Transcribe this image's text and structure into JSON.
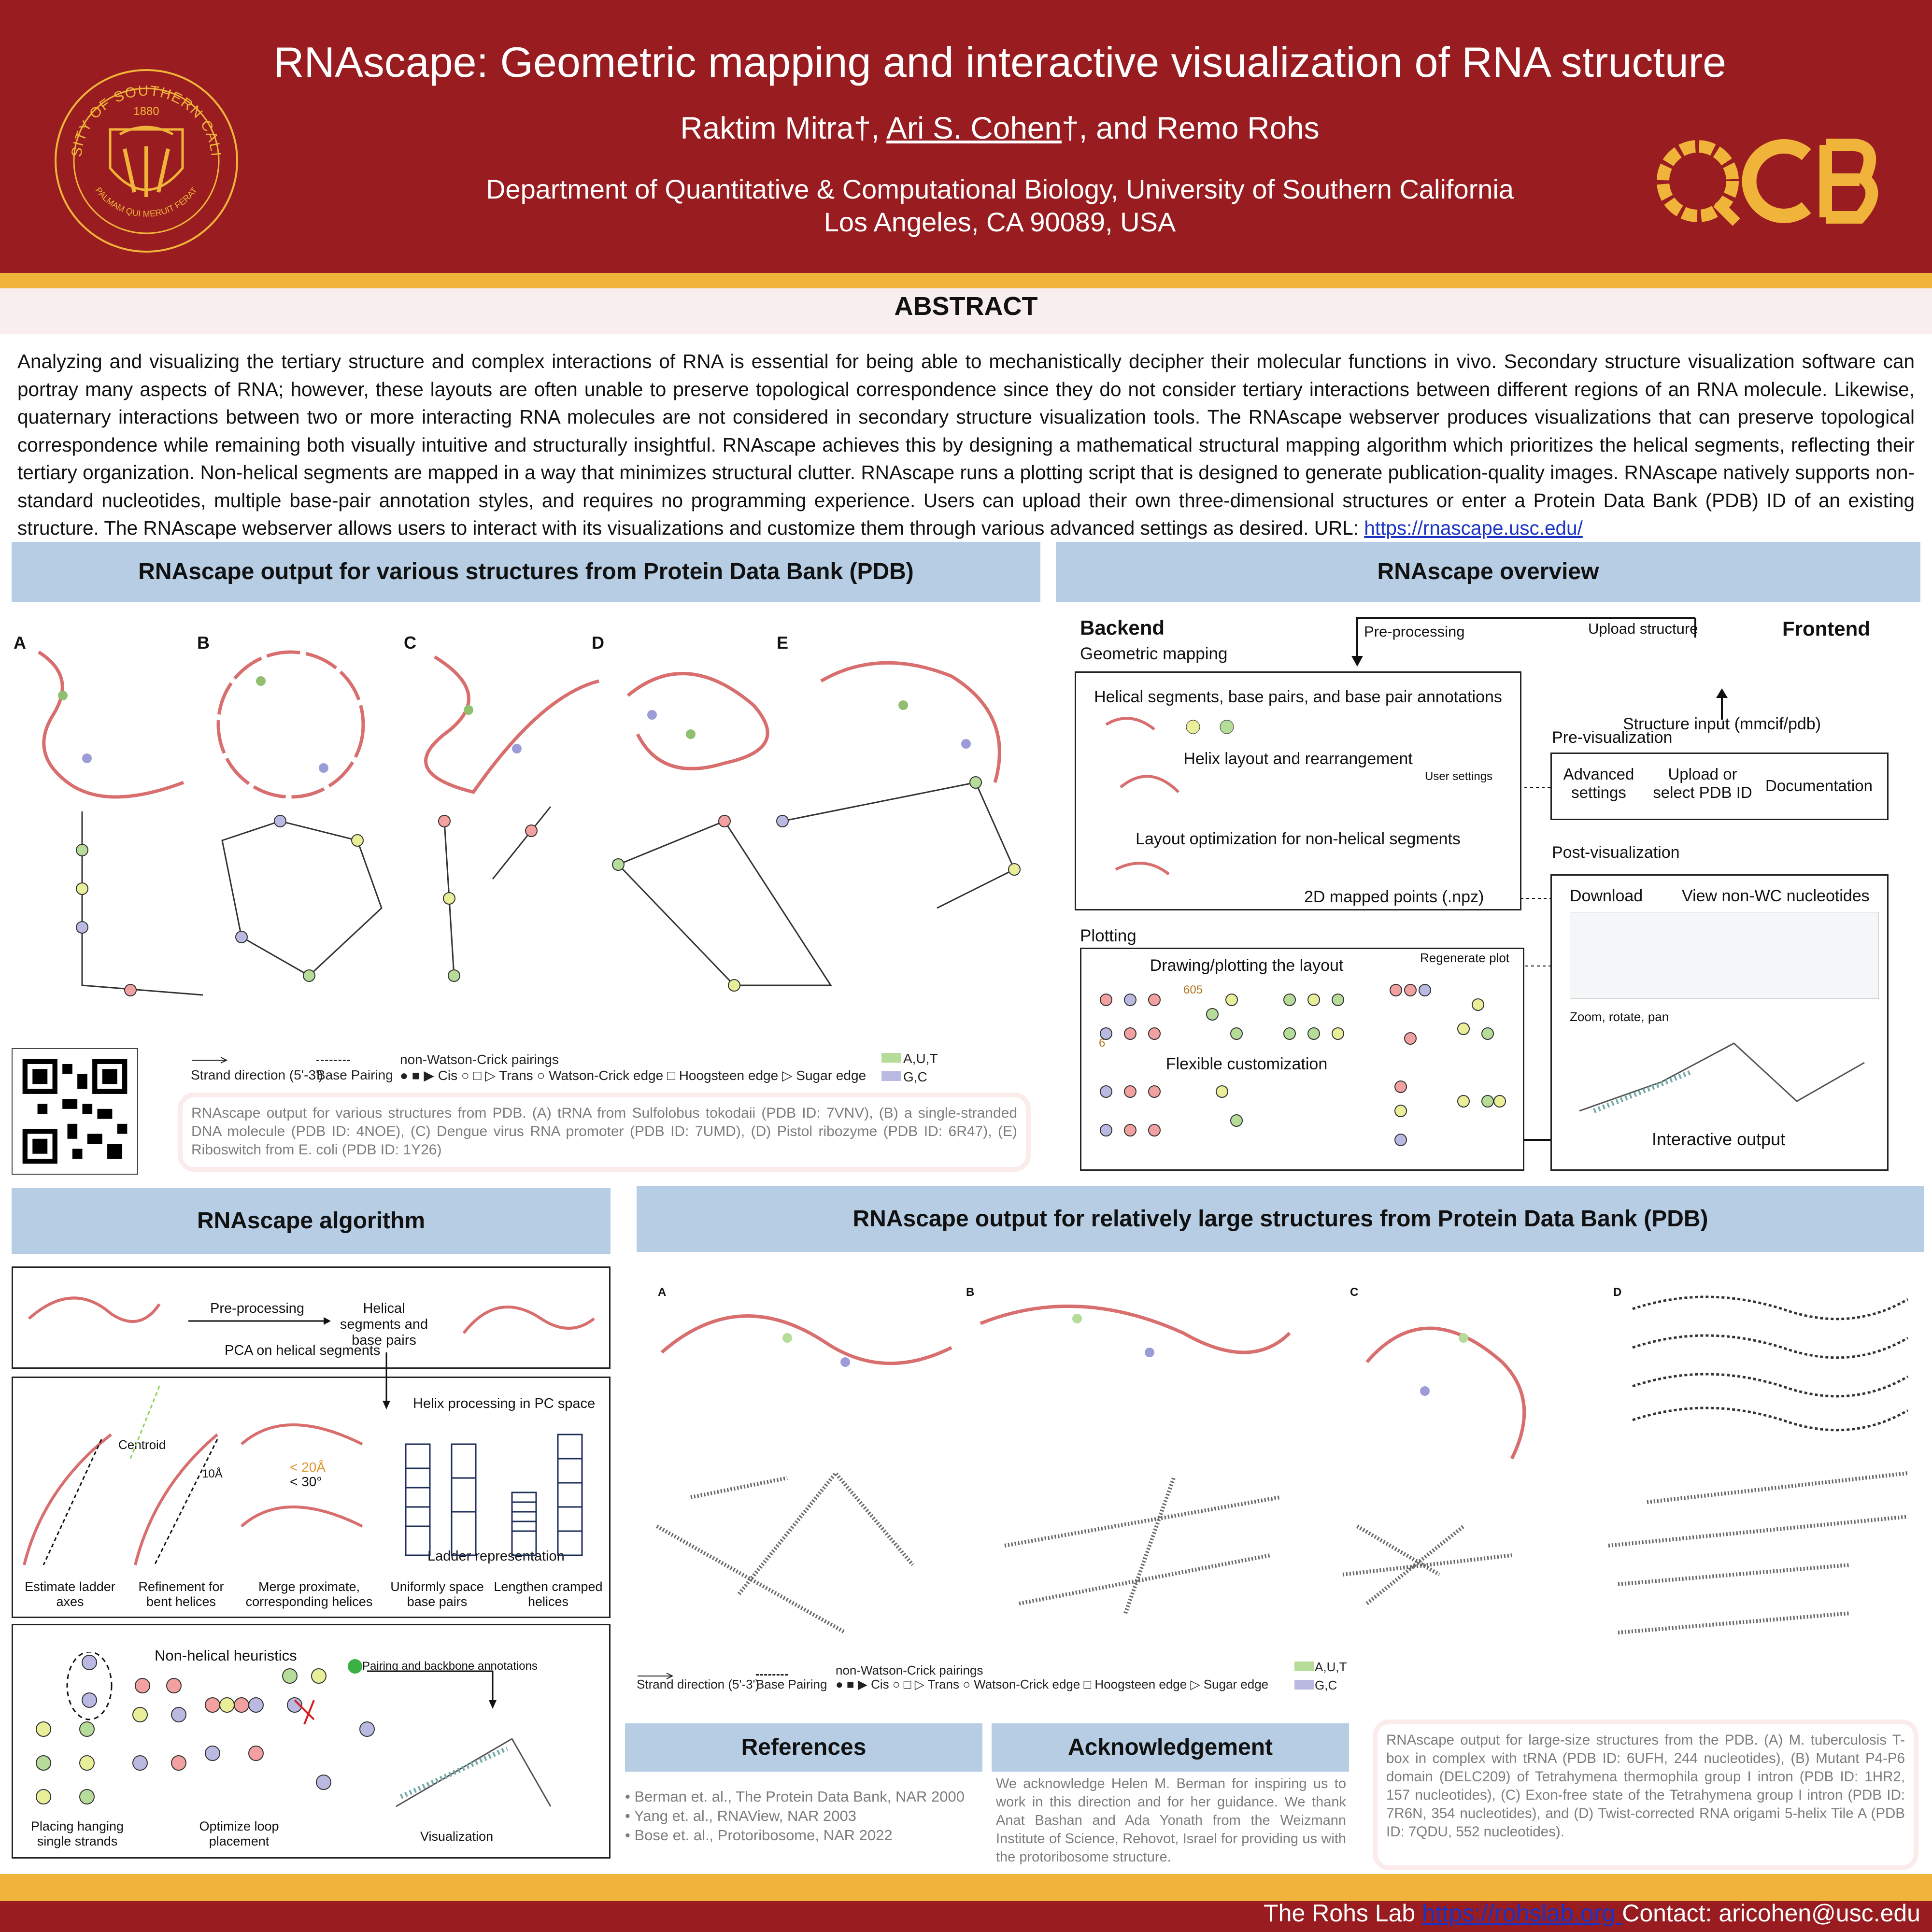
{
  "header": {
    "title": "RNAscape: Geometric mapping and interactive visualization of RNA structure",
    "author1": "Raktim Mitra†, ",
    "author2": "Ari S. Cohen",
    "author2_mark": "†",
    "author3": ", and Remo Rohs",
    "dept": "Department of Quantitative & Computational Biology, University of Southern California",
    "city": "Los Angeles, CA 90089, USA",
    "seal_top": "UNIVERSITY OF SOUTHERN CALIFORNIA",
    "seal_year": "1880",
    "seal_bottom": "PALMAM QUI MERUIT FERAT",
    "logo": "QCB"
  },
  "abstract": {
    "heading": "ABSTRACT",
    "text": "Analyzing and visualizing the tertiary structure and complex interactions of RNA is essential for being able to mechanistically decipher their molecular functions in vivo. Secondary structure visualization software can portray many aspects of RNA; however, these layouts are often unable to preserve topological correspondence since they do not consider tertiary interactions between different regions of an RNA molecule. Likewise, quaternary interactions between two or more interacting RNA molecules are not considered in secondary structure visualization tools. The RNAscape webserver produces visualizations that can preserve topological correspondence while remaining both visually intuitive and structurally insightful. RNAscape achieves this by designing a mathematical structural mapping algorithm which prioritizes the helical segments, reflecting their tertiary organization. Non-helical segments are mapped in a way that minimizes structural clutter. RNAscape runs a plotting script that is designed to generate publication-quality images. RNAscape natively supports non-standard nucleotides, multiple base-pair annotation styles, and requires no programming experience. Users can upload their own three-dimensional structures or enter a Protein Data Bank (PDB) ID of an existing structure. The RNAscape webserver allows users to interact with its visualizations and customize them through various advanced settings as desired. URL: ",
    "url": "https://rnascape.usc.edu/"
  },
  "pdb": {
    "heading": "RNAscape output for various structures from Protein Data Bank (PDB)",
    "labels": [
      "A",
      "B",
      "C",
      "D",
      "E"
    ],
    "legend": {
      "strand": "Strand direction (5'-3')",
      "base": "Base Pairing",
      "nonwc": "non-Watson-Crick pairings",
      "cis": "Cis",
      "trans": "Trans",
      "wc": "Watson-Crick edge",
      "hoog": "Hoogsteen edge",
      "sugar": "Sugar edge",
      "au": "A,U,T",
      "gc": "G,C"
    },
    "caption": "RNAscape output for various structures from PDB. (A) tRNA from Sulfolobus tokodaii (PDB ID: 7VNV), (B) a single-stranded DNA molecule (PDB ID: 4NOE), (C) Dengue virus RNA promoter (PDB ID: 7UMD), (D) Pistol ribozyme (PDB ID: 6R47), (E) Riboswitch from E. coli (PDB ID: 1Y26)"
  },
  "overview": {
    "heading": "RNAscape overview",
    "backend": "Backend",
    "frontend": "Frontend",
    "geometric": "Geometric mapping",
    "preproc": "Pre-processing",
    "upload": "Upload structure",
    "helical": "Helical segments, base pairs, and base pair annotations",
    "helix_layout": "Helix layout and rearrangement",
    "user_settings": "User settings",
    "layout_opt": "Layout optimization for non-helical segments",
    "mapped": "2D mapped points (.npz)",
    "plotting": "Plotting",
    "regen": "Regenerate plot",
    "drawing": "Drawing/plotting the layout",
    "flex": "Flexible customization",
    "structure_input": "Structure input (mmcif/pdb)",
    "previs": "Pre-visualization",
    "advanced": "Advanced settings",
    "upload_select": "Upload or select PDB ID",
    "documentation": "Documentation",
    "postvis": "Post-visualization",
    "download": "Download",
    "view_nonwc": "View non-WC nucleotides",
    "zoom": "Zoom, rotate, pan",
    "interactive": "Interactive output",
    "num605": "605",
    "num6": "6"
  },
  "algorithm": {
    "heading": "RNAscape algorithm",
    "preproc": "Pre-processing",
    "helical_seg": "Helical segments and base pairs",
    "pca": "PCA on helical segments",
    "centroid": "Centroid",
    "tenA": "10Å",
    "lt20": "< 20Å",
    "lt30": "< 30°",
    "helix_proc": "Helix processing in PC space",
    "ladder": "Ladder representation",
    "steps": [
      "Estimate ladder axes",
      "Refinement for bent helices",
      "Merge proximate, corresponding helices",
      "Uniformly space base pairs",
      "Lengthen cramped helices"
    ],
    "nonhelical": "Non-helical heuristics",
    "pairing": "Pairing and backbone annotations",
    "placing": "Placing hanging single strands",
    "optimize": "Optimize loop placement",
    "visualization": "Visualization"
  },
  "large": {
    "heading": "RNAscape output for relatively large structures from Protein Data Bank (PDB)",
    "labels": [
      "A",
      "B",
      "C",
      "D"
    ],
    "caption": "RNAscape output for large-size structures from the PDB. (A) M. tuberculosis T-box in complex with tRNA (PDB ID: 6UFH, 244 nucleotides), (B) Mutant P4-P6 domain (DELC209) of Tetrahymena thermophila group I intron (PDB ID: 1HR2, 157 nucleotides), (C) Exon-free state of the Tetrahymena group I intron (PDB ID: 7R6N, 354 nucleotides), and (D) Twist-corrected RNA origami 5-helix Tile A (PDB ID: 7QDU, 552 nucleotides)."
  },
  "references": {
    "heading": "References",
    "items": [
      "Berman et. al., The Protein Data Bank, NAR 2000",
      "Yang et. al., RNAView, NAR 2003",
      "Bose et. al.,  Protoribosome, NAR 2022"
    ]
  },
  "ack": {
    "heading": "Acknowledgement",
    "text": "We acknowledge Helen M. Berman for inspiring us to work in this direction and for her guidance. We thank Anat Bashan and Ada Yonath from the Weizmann Institute of Science, Rehovot, Israel for providing us with the protoribosome structure."
  },
  "footer": {
    "lab": "The Rohs Lab ",
    "url": "https://rohslab.org ",
    "contact": "Contact: aricohen@usc.edu"
  },
  "colors": {
    "usc_red": "#981c20",
    "usc_gold": "#f0b43a",
    "band": "#b6cde4",
    "green_nt": "#b5dc98",
    "blue_nt": "#b9b9e2",
    "red_nt": "#f3a0a0",
    "yellow_nt": "#e9ee99"
  }
}
